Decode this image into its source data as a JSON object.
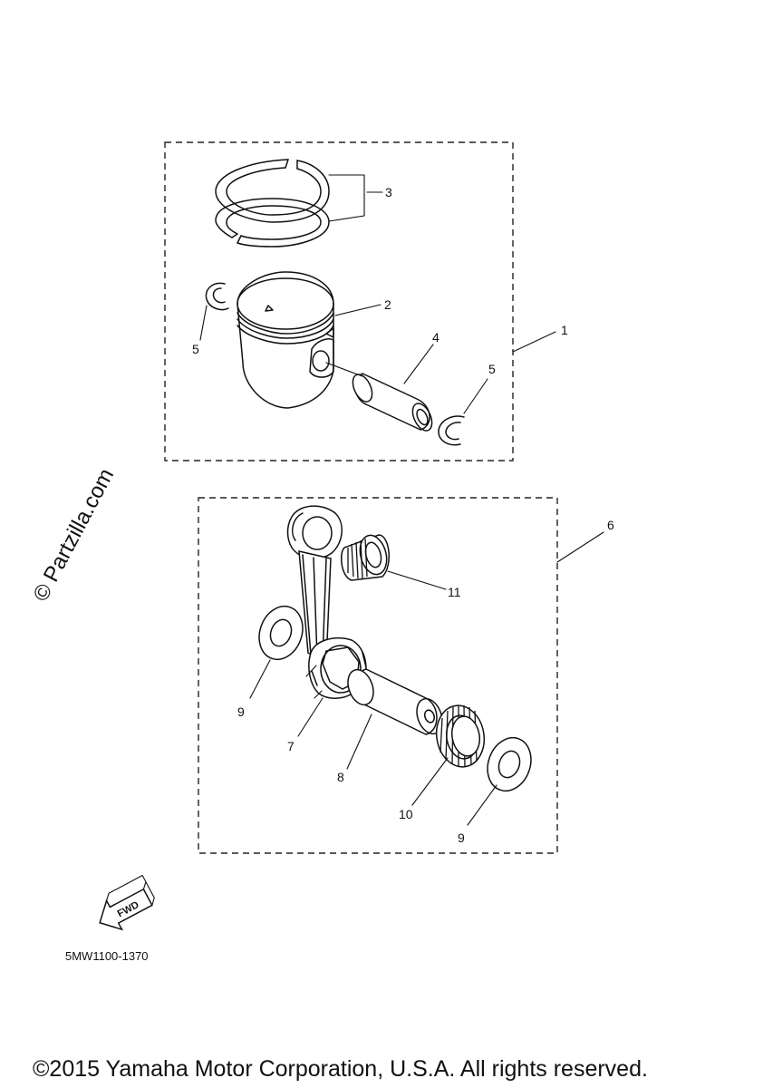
{
  "callouts": {
    "c1": "1",
    "c2": "2",
    "c3": "3",
    "c4": "4",
    "c5a": "5",
    "c5b": "5",
    "c6": "6",
    "c7": "7",
    "c8": "8",
    "c9a": "9",
    "c9b": "9",
    "c10": "10",
    "c11": "11"
  },
  "watermark": "© Partzilla.com",
  "direction_badge": "FWD",
  "diagram_code": "5MW1100-1370",
  "copyright": "©2015 Yamaha Motor Corporation, U.S.A. All rights reserved."
}
